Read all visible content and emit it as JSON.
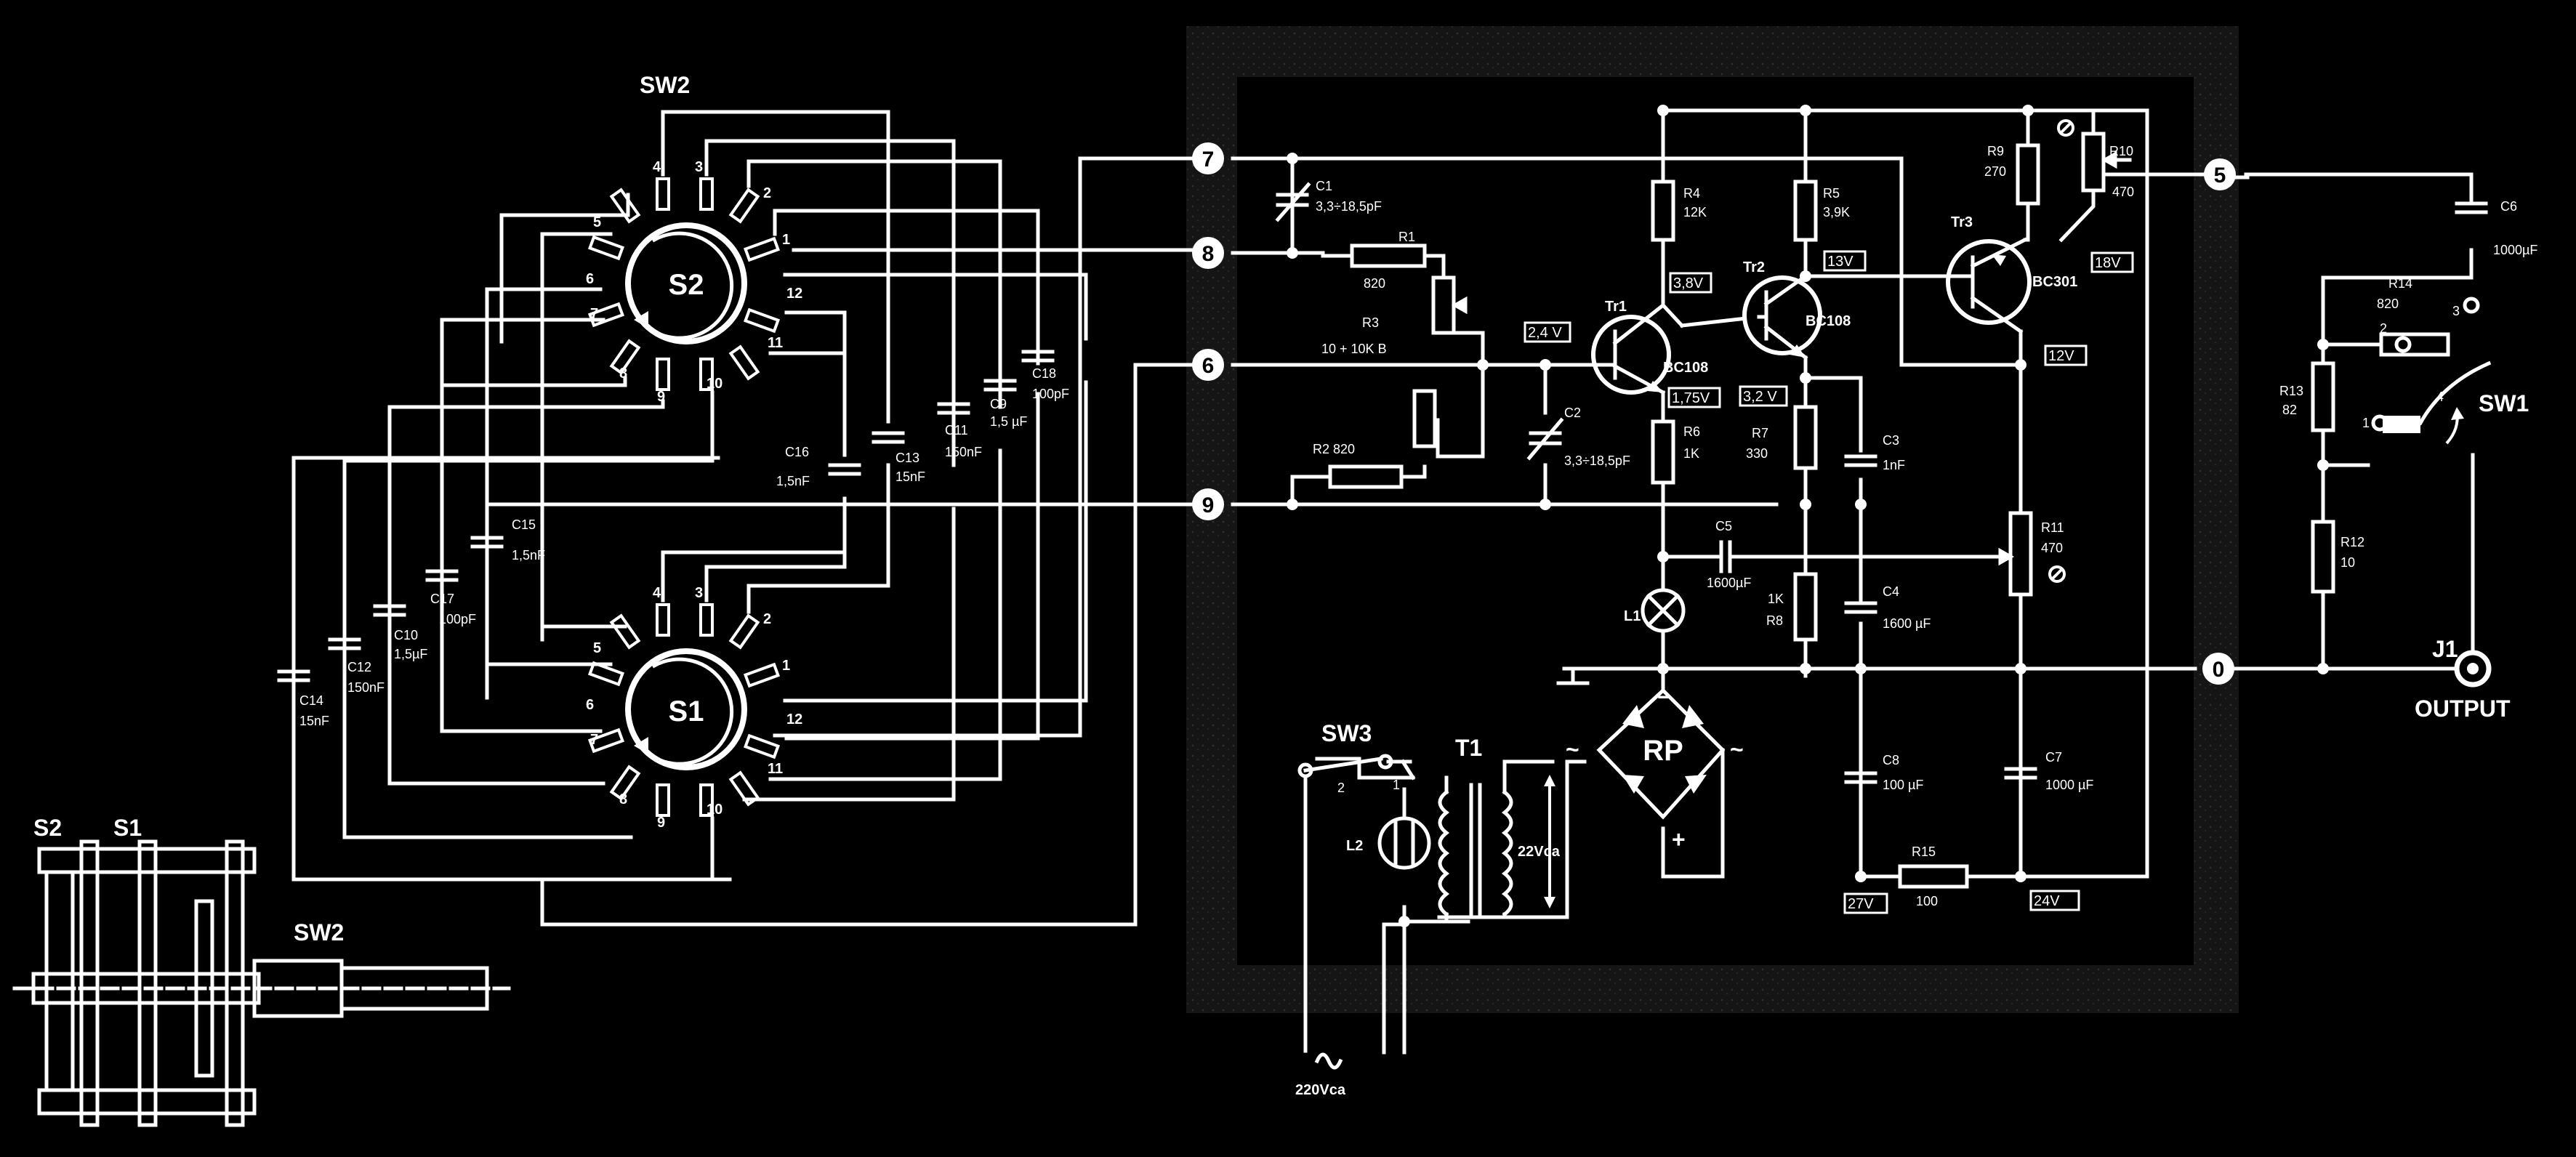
{
  "labels": {
    "sw2_top": "SW2",
    "sw2_side": "SW2",
    "s2": "S2",
    "s1": "S1",
    "s2_side": "S2",
    "s1_side": "S1",
    "sw1": "SW1",
    "sw3": "SW3",
    "t1": "T1",
    "rp": "RP",
    "j1": "J1",
    "output": "OUTPUT",
    "mains": "220Vca",
    "sec": "22Vca",
    "l1": "L1",
    "l2": "L2",
    "tr1": "Tr1",
    "tr2": "Tr2",
    "tr3": "Tr3",
    "bc108a": "BC108",
    "bc108b": "BC108",
    "bc301": "BC301",
    "sw3_pos1": "1",
    "sw3_pos2": "2",
    "sw1_pos1": "1",
    "sw1_pos2": "2",
    "sw1_pos3": "3",
    "sw1_pos4": "4"
  },
  "terminals": {
    "t7": "7",
    "t8": "8",
    "t6": "6",
    "t9": "9",
    "t5": "5",
    "t0": "0"
  },
  "switch_positions": [
    "1",
    "2",
    "3",
    "4",
    "5",
    "6",
    "7",
    "8",
    "9",
    "10",
    "11",
    "12"
  ],
  "components": {
    "c1": "C1",
    "c1v": "3,3÷18,5pF",
    "c2": "C2",
    "c2v": "3,3÷18,5pF",
    "c3": "C3",
    "c3v": "1nF",
    "c4": "C4",
    "c4v": "1600 µF",
    "c5": "C5",
    "c5v": "1600µF",
    "c6": "C6",
    "c6v": "1000µF",
    "c7": "C7",
    "c7v": "1000 µF",
    "c8": "C8",
    "c8v": "100 µF",
    "c9": "C9",
    "c9v": "1,5 µF",
    "c10": "C10",
    "c10v": "1,5µF",
    "c11": "C11",
    "c11v": "150nF",
    "c12": "C12",
    "c12v": "150nF",
    "c13": "C13",
    "c13v": "15nF",
    "c14": "C14",
    "c14v": "15nF",
    "c15": "C15",
    "c15v": "1,5nF",
    "c16": "C16",
    "c16v": "1,5nF",
    "c17": "C17",
    "c17v": "100pF",
    "c18": "C18",
    "c18v": "100pF",
    "r1": "R1",
    "r1v": "820",
    "r2": "R2 820",
    "r3": "R3",
    "r3v": "10 + 10K B",
    "r4": "R4",
    "r4v": "12K",
    "r5": "R5",
    "r5v": "3,9K",
    "r6": "R6",
    "r6v": "1K",
    "r7": "R7",
    "r7v": "330",
    "r8": "R8",
    "r8v": "1K",
    "r9": "R9",
    "r9v": "270",
    "r10": "R10",
    "r10v": "470",
    "r11": "R11",
    "r11v": "470",
    "r12": "R12",
    "r12v": "10",
    "r13": "R13",
    "r13v": "82",
    "r14": "R14",
    "r14v": "820",
    "r15": "R15",
    "r15v": "100"
  },
  "voltages": {
    "v24a": "2,4 V",
    "v38": "3,8V",
    "v175": "1,75V",
    "v32": "3,2 V",
    "v13": "13V",
    "v18": "18V",
    "v12": "12V",
    "v27": "27V",
    "v24": "24V"
  },
  "colors": {
    "background": "#000000",
    "ink": "#ffffff",
    "panel": "#1c1c1c"
  }
}
